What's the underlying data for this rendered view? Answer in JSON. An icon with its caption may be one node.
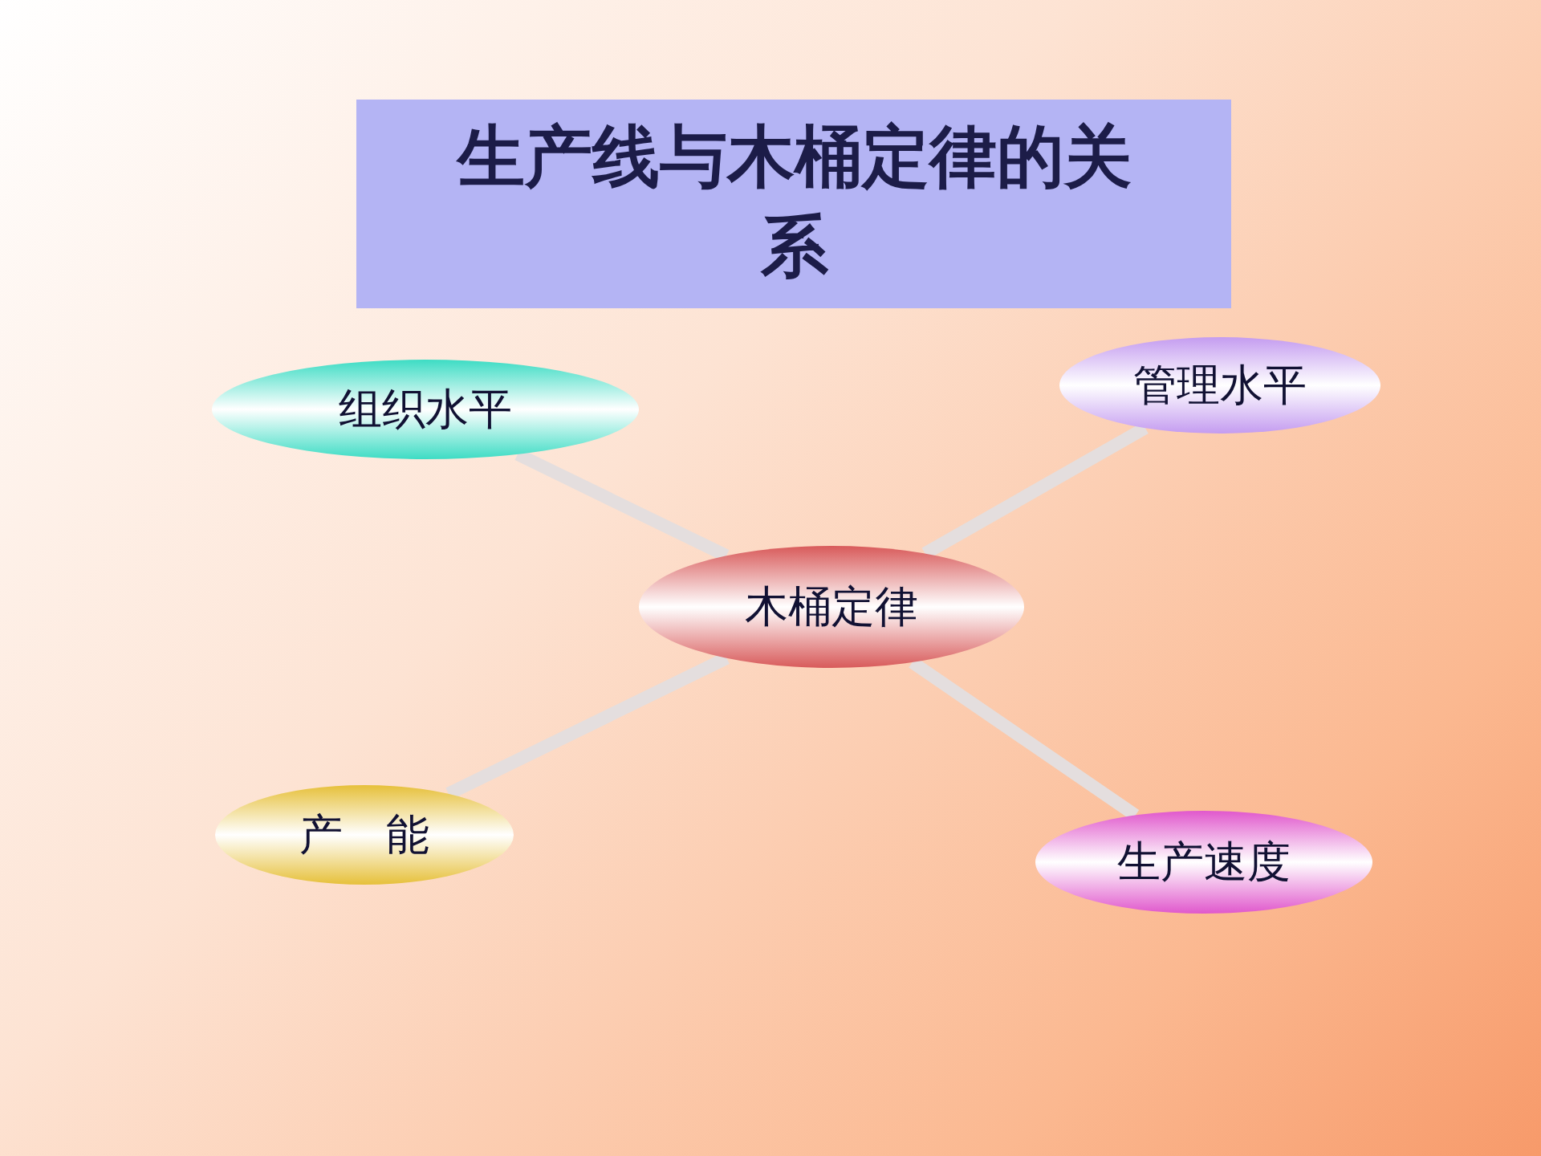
{
  "diagram": {
    "title": "生产线与木桶定律的关系",
    "nodes": [
      {
        "text": [
          "组织水平"
        ]
      },
      {
        "text": [
          "管理水平"
        ]
      },
      {
        "text": [
          "木桶定律"
        ]
      },
      {
        "text": [
          "产　能"
        ]
      },
      {
        "text": [
          "生产速度"
        ]
      }
    ],
    "edges": [
      {
        "from": 2,
        "to": 0,
        "arrow": "none"
      },
      {
        "from": 2,
        "to": 1,
        "arrow": "none"
      },
      {
        "from": 2,
        "to": 3,
        "arrow": "none"
      },
      {
        "from": 2,
        "to": 4,
        "arrow": "none"
      }
    ]
  }
}
